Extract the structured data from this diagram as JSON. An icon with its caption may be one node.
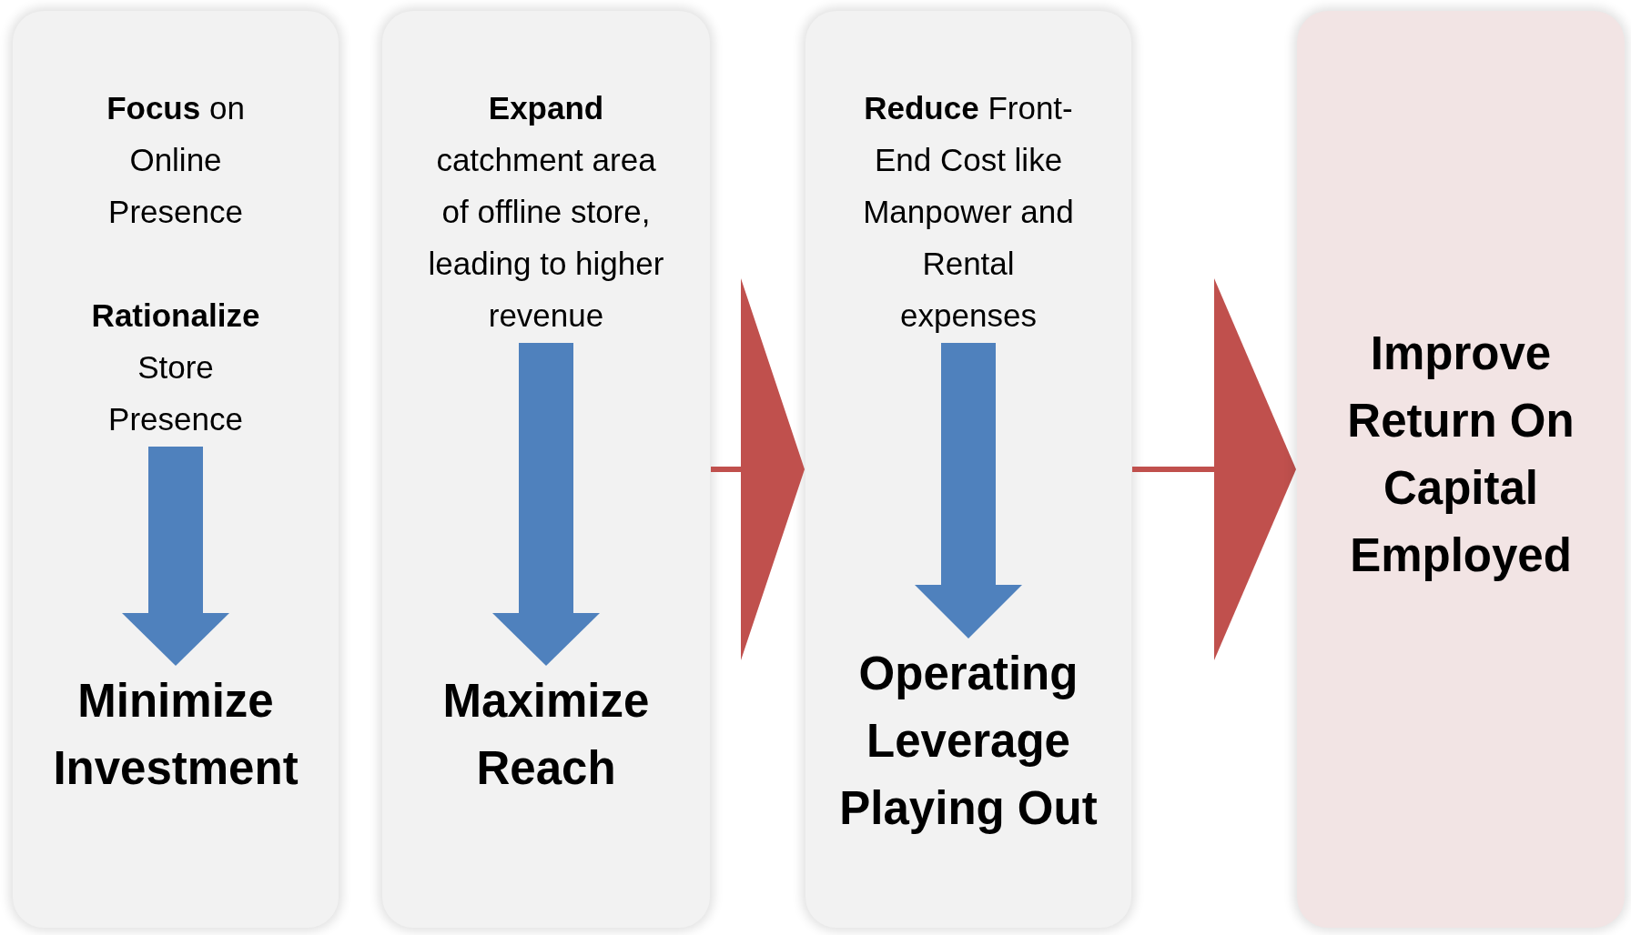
{
  "diagram": {
    "nodes": [
      {
        "text": [],
        "shape": "box"
      },
      {
        "text": [
          "**Focus** on Online Presence",
          "**Rationalize** Store Presence"
        ],
        "in": 0
      },
      {
        "text": [
          "Minimize Investment"
        ],
        "in": 0
      },
      {
        "text": [],
        "shape": "box"
      },
      {
        "text": [
          "**Expand** catchment area of offline store, leading to higher revenue"
        ],
        "in": 3
      },
      {
        "text": [
          "Maximize Reach"
        ],
        "in": 3
      },
      {
        "text": [],
        "shape": "box"
      },
      {
        "text": [
          "**Reduce** Front-End Cost like Manpower and Rental expenses"
        ],
        "in": 6
      },
      {
        "text": [
          "Operating Leverage Playing Out"
        ],
        "in": 6
      },
      {
        "text": [
          "Improve Return On Capital Employed"
        ]
      }
    ],
    "edges": [
      {
        "from": 1,
        "to": 2,
        "arrow": "to"
      },
      {
        "from": 4,
        "to": 5,
        "arrow": "to"
      },
      {
        "from": 3,
        "to": 6,
        "arrow": "to",
        "color": "#c0504d"
      },
      {
        "from": 7,
        "to": 8,
        "arrow": "to"
      },
      {
        "from": 6,
        "to": 9,
        "arrow": "to",
        "color": "#c0504d"
      }
    ]
  }
}
